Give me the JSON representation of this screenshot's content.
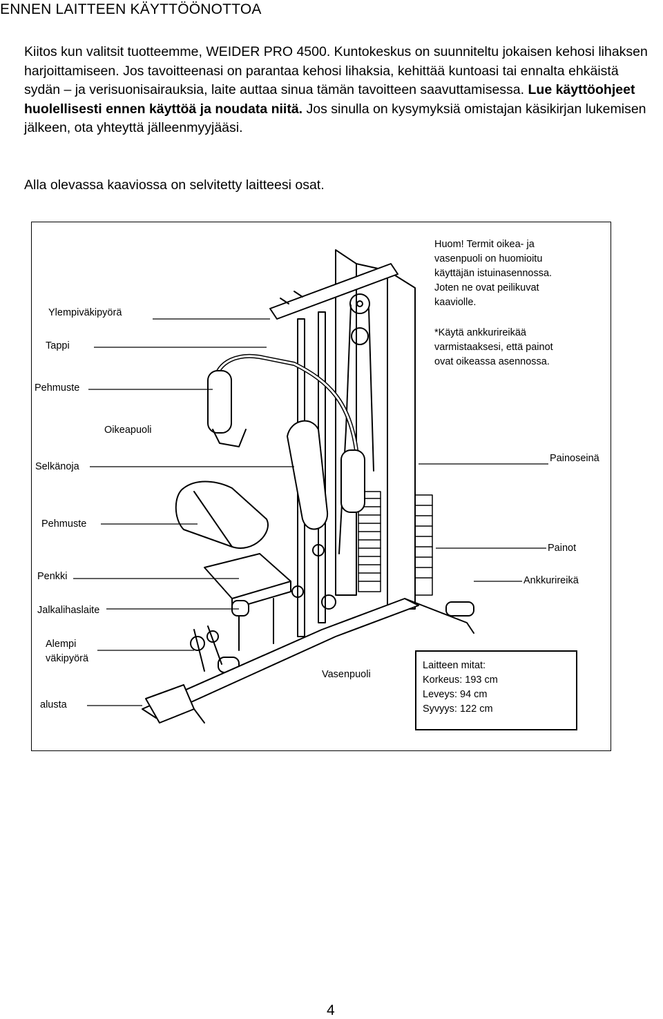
{
  "heading": "ENNEN LAITTEEN KÄYTTÖÖNOTTOA",
  "intro": {
    "part1": "Kiitos kun valitsit tuotteemme, WEIDER PRO 4500.  Kuntokeskus on suunniteltu jokaisen kehosi lihaksen harjoittamiseen. Jos tavoitteenasi on parantaa kehosi lihaksia, kehittää kuntoasi tai ennalta ehkäistä sydän – ja verisuonisairauksia, laite auttaa sinua tämän tavoitteen saavuttamisessa. ",
    "bold": "Lue käyttöohjeet huolellisesti ennen käyttöä ja noudata niitä.",
    "part2": " Jos sinulla on kysymyksiä omistajan käsikirjan lukemisen jälkeen, ota yhteyttä jälleenmyyjääsi."
  },
  "caption": "Alla olevassa kaaviossa on selvitetty laitteesi osat.",
  "diagram": {
    "labels": {
      "ylempivakipyora": "Ylempiväkipyörä",
      "tappi": "Tappi",
      "pehmuste1": "Pehmuste",
      "oikeapuoli": "Oikeapuoli",
      "selkanoja": "Selkänoja",
      "pehmuste2": "Pehmuste",
      "penkki": "Penkki",
      "jalkalihaslaite": "Jalkalihaslaite",
      "alempi_line1": "Alempi",
      "alempi_line2": "väkipyörä",
      "alusta": "alusta",
      "vasenpuoli": "Vasenpuoli",
      "painoseina": "Painoseinä",
      "painot": "Painot",
      "ankkurireika": "Ankkurireikä"
    },
    "note1": "Huom! Termit oikea- ja\nvasenpuoli on huomioitu\nkäyttäjän istuinasennossa.\nJoten ne ovat peilikuvat\nkaaviolle.",
    "note2": "*Käytä ankkurireikää\nvarmistaaksesi, että painot\novat oikeassa asennossa.",
    "dimensions": {
      "title": "Laitteen mitat:",
      "height": "Korkeus: 193 cm",
      "width": "Leveys: 94 cm",
      "depth": "Syvyys: 122 cm"
    }
  },
  "page_number": "4"
}
